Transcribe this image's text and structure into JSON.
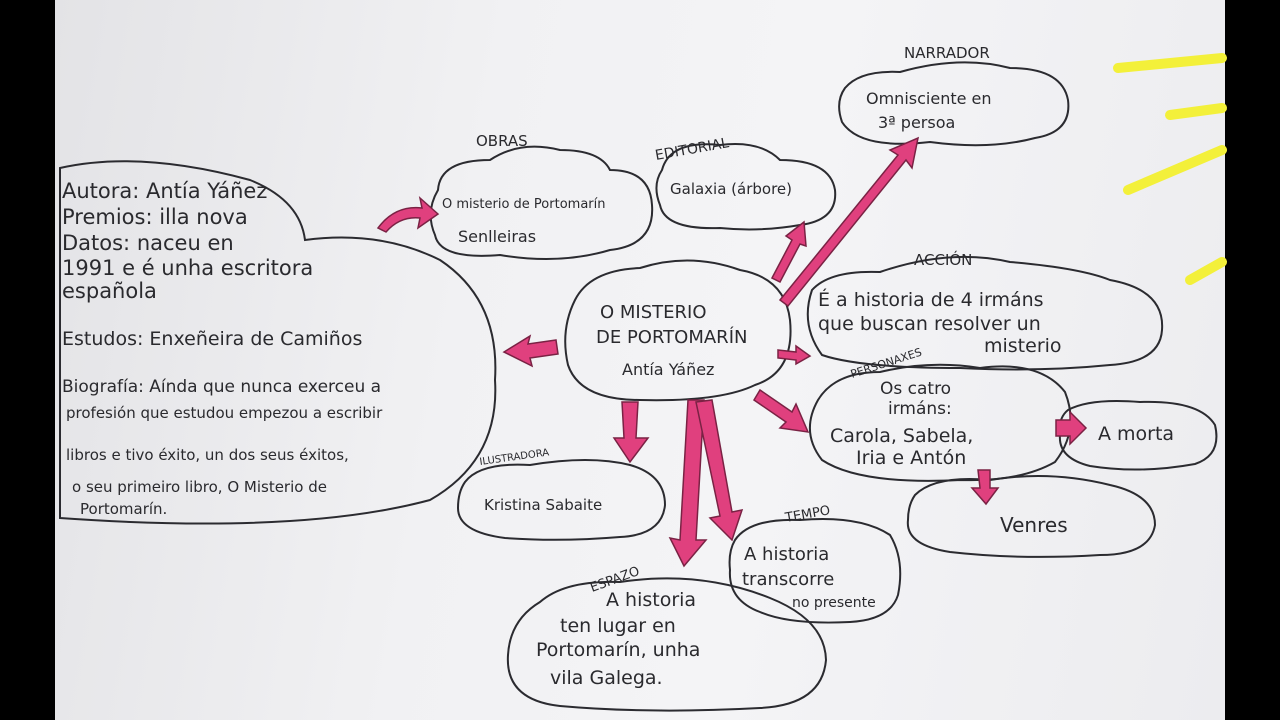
{
  "author": {
    "lines": [
      "Autora: Antía Yáñez",
      "Premios: illa nova",
      "Datos: naceu en",
      "1991 e é unha escritora",
      "española",
      "Estudos: Enxeñeira de Camiños",
      "Biografía: Aínda que nunca exerceu a",
      "profesión que estudou empezou a escribir",
      "libros e tivo éxito, un dos seus éxitos,",
      "o seu primeiro libro, O Misterio de",
      "Portomarín."
    ]
  },
  "nodes": {
    "obras": {
      "label": "OBRAS",
      "lines": [
        "O misterio de Portomarín",
        "Senlleiras"
      ]
    },
    "editorial": {
      "label": "EDITORIAL",
      "lines": [
        "Galaxia (árbore)"
      ]
    },
    "narrador": {
      "label": "NARRADOR",
      "lines": [
        "Omnisciente en",
        "3ª persoa"
      ]
    },
    "central": {
      "lines": [
        "O MISTERIO",
        "DE PORTOMARÍN",
        "Antía Yáñez"
      ]
    },
    "accion": {
      "label": "ACCIÓN",
      "lines": [
        "É a historia de 4 irmáns",
        "que buscan resolver un",
        "misterio"
      ]
    },
    "personaxes": {
      "label": "PERSONAXES",
      "lines": [
        "Os catro",
        "irmáns:",
        "Carola, Sabela,",
        "Iria e Antón"
      ]
    },
    "a_morta": {
      "lines": [
        "A morta"
      ]
    },
    "venres": {
      "lines": [
        "Venres"
      ]
    },
    "ilustradora": {
      "label": "ILUSTRADORA",
      "lines": [
        "Kristina Sabaite"
      ]
    },
    "tempo": {
      "label": "TEMPO",
      "lines": [
        "A historia",
        "transcorre",
        "no presente"
      ]
    },
    "espazo": {
      "label": "ESPAZO",
      "lines": [
        "A historia",
        "ten lugar en",
        "Portomarín, unha",
        "vila Galega."
      ]
    }
  },
  "colors": {
    "arrow": "#e0407e",
    "highlighter": "#f3f03a",
    "ink": "#2a2a2e"
  }
}
